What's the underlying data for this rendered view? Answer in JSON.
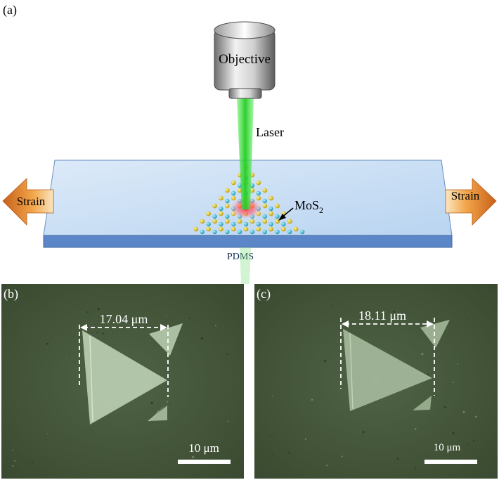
{
  "panel_a": {
    "label": "(a)",
    "objective": "Objective",
    "laser": "Laser",
    "material": "MoS",
    "material_sub": "2",
    "substrate": "PDMS",
    "strain_left": "Strain",
    "strain_right": "Strain"
  },
  "panel_b": {
    "label": "(b)",
    "measurement": "17.04 μm",
    "scale_bar": "10 μm"
  },
  "panel_c": {
    "label": "(c)",
    "measurement": "18.11 μm",
    "scale_bar": "10 μm"
  },
  "colors": {
    "laser": "#33dd33",
    "substrate_top": "#cfe2f7",
    "substrate_side": "#5b86c8",
    "arrow": "#e08a2a",
    "micrograph_bg": "#46583a",
    "flake": "#b9ccb0"
  }
}
